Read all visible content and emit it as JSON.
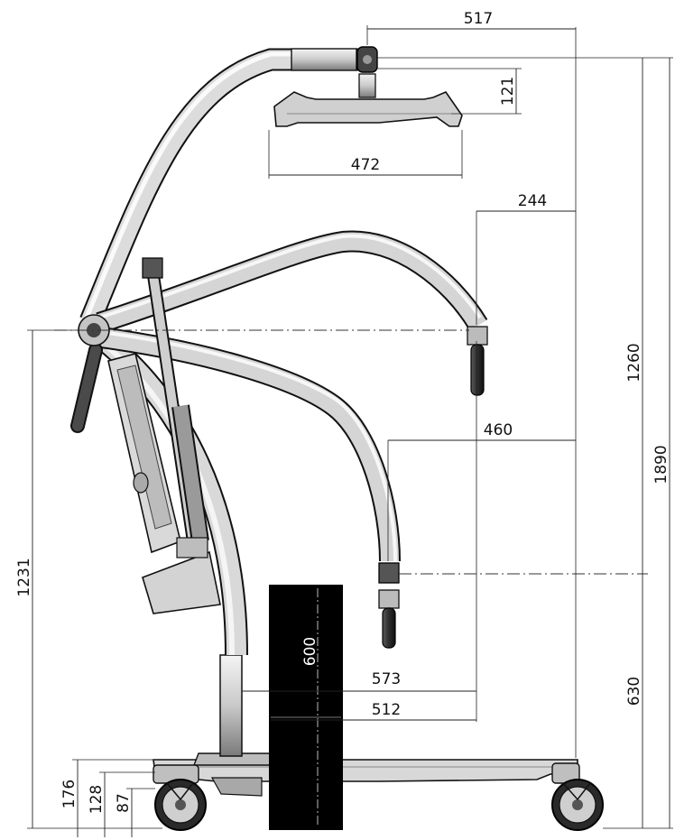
{
  "dimensions": {
    "boom_reach": "517",
    "spreader_height": "121",
    "spreader_width": "472",
    "upper_reach_offset": "244",
    "lower_reach_offset": "460",
    "upper_pivot_height": "1260",
    "max_height": "1890",
    "lower_hook_height": "630",
    "pivot_height": "1231",
    "block_height": "600",
    "clearance_573": "573",
    "clearance_512": "512",
    "base_height_176": "176",
    "base_height_128": "128",
    "base_height_87": "87"
  }
}
